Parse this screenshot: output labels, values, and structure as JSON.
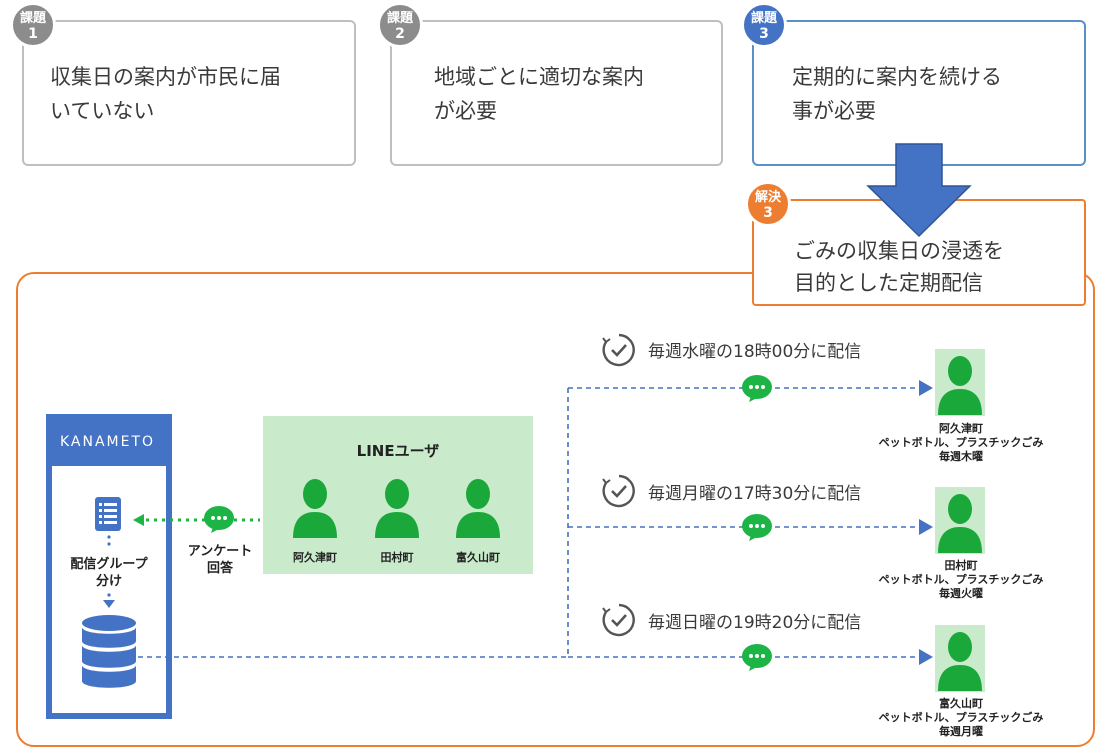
{
  "issues": [
    {
      "badge_label": "課題",
      "badge_num": "1",
      "line1": "収集日の案内が市民に届",
      "line2": "いていない"
    },
    {
      "badge_label": "課題",
      "badge_num": "2",
      "line1": "地域ごとに適切な案内",
      "line2": "が必要"
    },
    {
      "badge_label": "課題",
      "badge_num": "3",
      "line1": "定期的に案内を続ける",
      "line2": "事が必要"
    }
  ],
  "solution": {
    "badge_label": "解決",
    "badge_num": "3",
    "line1": "ごみの収集日の浸透を",
    "line2": "目的とした定期配信"
  },
  "kanameto": {
    "title": "KANAMETO",
    "group_label_1": "配信グループ",
    "group_label_2": "分け"
  },
  "survey": {
    "line1": "アンケート",
    "line2": "回答"
  },
  "line_users": {
    "title": "LINEユーザ",
    "towns": [
      "阿久津町",
      "田村町",
      "富久山町"
    ]
  },
  "schedules": [
    {
      "text": "毎週水曜の18時00分に配信",
      "town": "阿久津町",
      "item": "ペットボトル、プラスチックごみ",
      "day": "毎週木曜"
    },
    {
      "text": "毎週月曜の17時30分に配信",
      "town": "田村町",
      "item": "ペットボトル、プラスチックごみ",
      "day": "毎週火曜"
    },
    {
      "text": "毎週日曜の19時20分に配信",
      "town": "富久山町",
      "item": "ペットボトル、プラスチックごみ",
      "day": "毎週月曜"
    }
  ],
  "colors": {
    "issue_badge": "#8c8c8c",
    "issue3_accent": "#4472c4",
    "solution_accent": "#ed7d31",
    "line_green": "#1db446",
    "line_panel": "#c9ebcc",
    "connector_blue": "#4472c4"
  },
  "icons": [
    "clock-check-icon",
    "chat-bubble-icon",
    "person-icon",
    "list-document-icon",
    "database-icon",
    "down-arrow-icon"
  ]
}
